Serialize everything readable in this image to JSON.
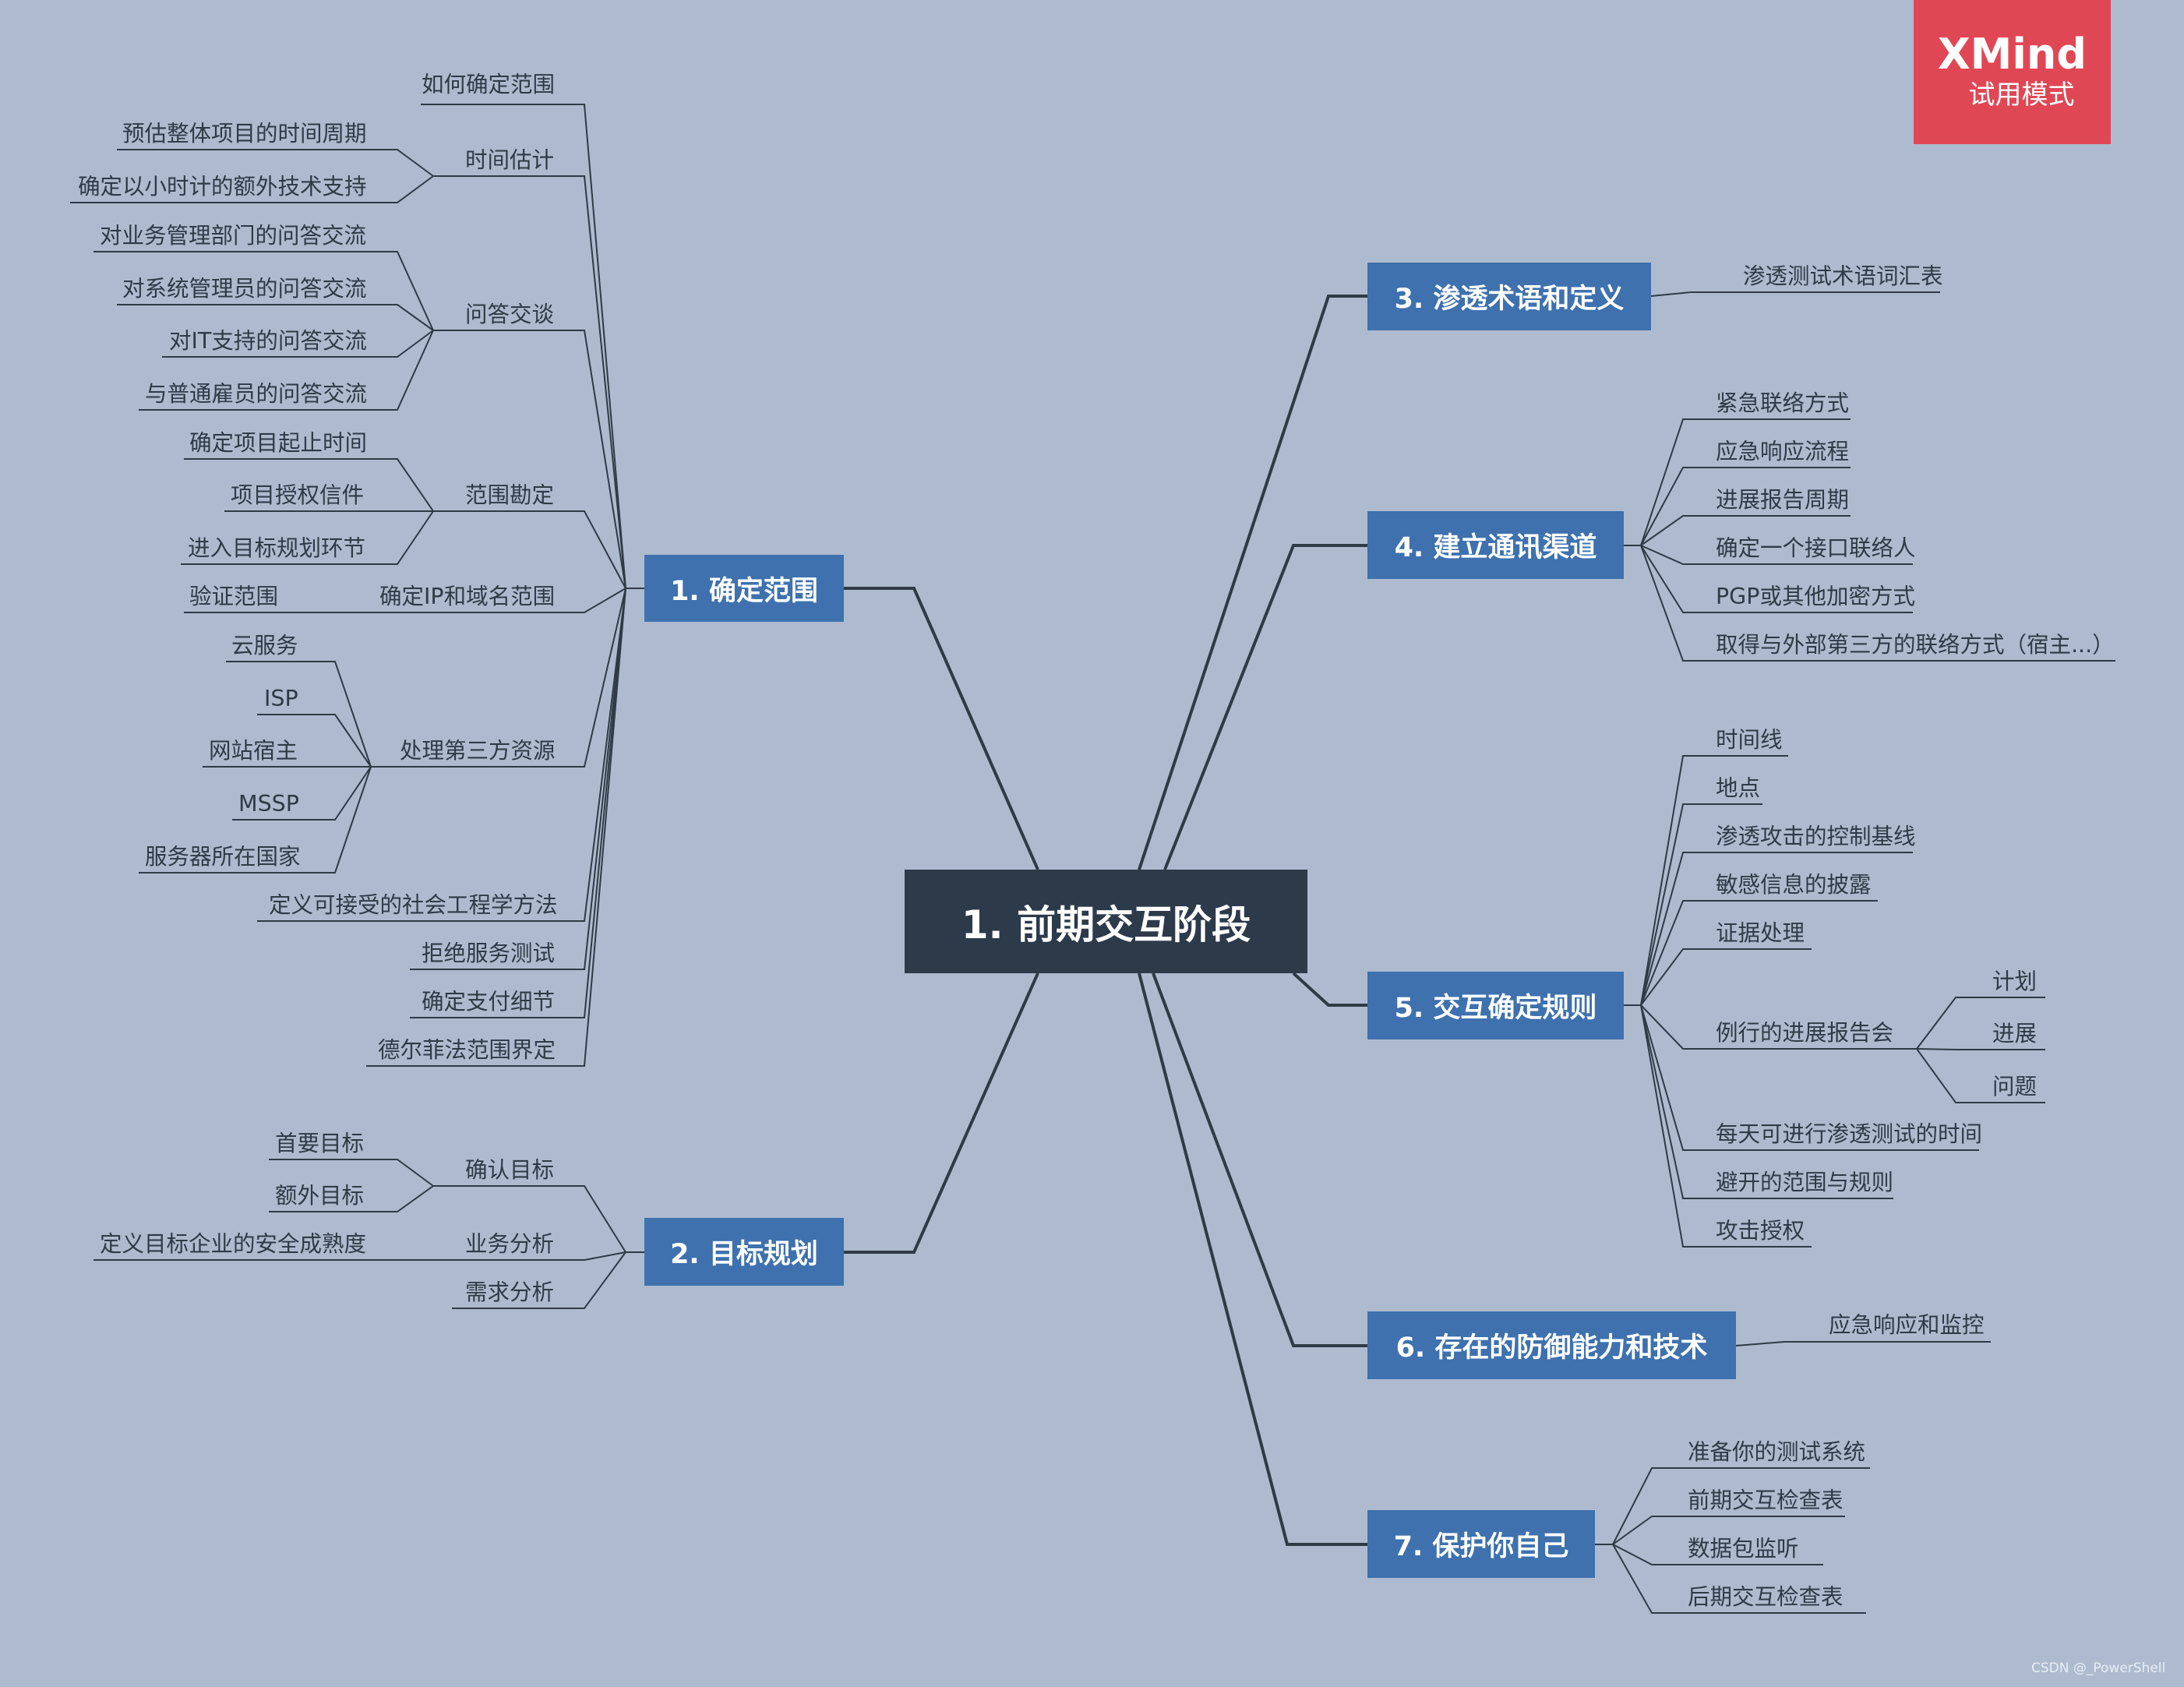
{
  "badge": {
    "brand": "XMind",
    "mode": "试用模式"
  },
  "credit": "CSDN @_PowerShell",
  "colors": {
    "background": "#aebbcf",
    "central": "#2c3a4a",
    "main_topic": "#3e71ae",
    "line": "#2f3a47",
    "badge": "#e04755"
  },
  "central": "1. 前期交互阶段",
  "topics": {
    "scope": {
      "title": "1. 确定范围",
      "items": {
        "how": "如何确定范围",
        "time": {
          "label": "时间估计",
          "children": [
            "预估整体项目的时间周期",
            "确定以小时计的额外技术支持"
          ]
        },
        "qa": {
          "label": "问答交谈",
          "children": [
            "对业务管理部门的问答交流",
            "对系统管理员的问答交流",
            "对IT支持的问答交流",
            "与普通雇员的问答交流"
          ]
        },
        "survey": {
          "label": "范围勘定",
          "children": [
            "确定项目起止时间",
            "项目授权信件",
            "进入目标规划环节"
          ]
        },
        "ip": {
          "label": "确定IP和域名范围",
          "children": [
            "验证范围"
          ]
        },
        "third": {
          "label": "处理第三方资源",
          "children": [
            "云服务",
            "ISP",
            "网站宿主",
            "MSSP",
            "服务器所在国家"
          ]
        },
        "social": "定义可接受的社会工程学方法",
        "dos": "拒绝服务测试",
        "pay": "确定支付细节",
        "delphi": "德尔菲法范围界定"
      }
    },
    "goals": {
      "title": "2. 目标规划",
      "items": {
        "confirm": {
          "label": "确认目标",
          "children": [
            "首要目标",
            "额外目标"
          ]
        },
        "business": {
          "label": "业务分析",
          "children": [
            "定义目标企业的安全成熟度"
          ]
        },
        "needs": "需求分析"
      }
    },
    "terms": {
      "title": "3. 渗透术语和定义",
      "items": [
        "渗透测试术语词汇表"
      ]
    },
    "comm": {
      "title": "4. 建立通讯渠道",
      "items": [
        "紧急联络方式",
        "应急响应流程",
        "进展报告周期",
        "确定一个接口联络人",
        "PGP或其他加密方式",
        "取得与外部第三方的联络方式（宿主...）"
      ]
    },
    "rules": {
      "title": "5. 交互确定规则",
      "items": [
        "时间线",
        "地点",
        "渗透攻击的控制基线",
        "敏感信息的披露",
        "证据处理",
        "例行的进展报告会",
        "每天可进行渗透测试的时间",
        "避开的范围与规则",
        "攻击授权"
      ],
      "report_children": [
        "计划",
        "进展",
        "问题"
      ]
    },
    "defense": {
      "title": "6. 存在的防御能力和技术",
      "items": [
        "应急响应和监控"
      ]
    },
    "protect": {
      "title": "7. 保护你自己",
      "items": [
        "准备你的测试系统",
        "前期交互检查表",
        "数据包监听",
        "后期交互检查表"
      ]
    }
  }
}
